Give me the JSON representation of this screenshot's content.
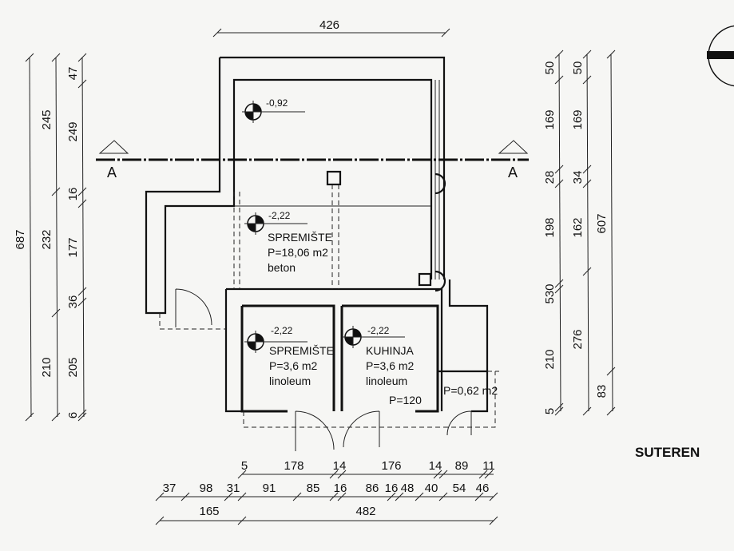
{
  "title": "SUTEREN",
  "section_marker": "A",
  "top_dimension": "426",
  "rooms": [
    {
      "name": "SPREMIŠTE",
      "area": "P=18,06 m2",
      "floor": "beton",
      "level": "-2,22"
    },
    {
      "name": "SPREMIŠTE",
      "area": "P=3,6 m2",
      "floor": "linoleum",
      "level": "-2,22"
    },
    {
      "name": "KUHINJA",
      "area": "P=3,6 m2",
      "floor": "linoleum",
      "level": "-2,22"
    },
    {
      "name": "",
      "area": "P=0,62 m2",
      "floor": "",
      "level": ""
    }
  ],
  "upper_level": "-0,92",
  "opening_label": "P=120",
  "left_dims": {
    "col1": [
      "687"
    ],
    "col2": [
      "245",
      "232",
      "210"
    ],
    "col3": [
      "47",
      "249",
      "16",
      "177",
      "36",
      "205",
      "6"
    ]
  },
  "right_dims": {
    "col1": [
      "50",
      "169",
      "28",
      "198",
      "530",
      "210",
      "5"
    ],
    "col2": [
      "50",
      "169",
      "34",
      "162",
      "276"
    ],
    "col3": [
      "607",
      "83"
    ]
  },
  "bottom_dims": {
    "row1": [
      "5",
      "178",
      "14",
      "176",
      "14",
      "89",
      "11"
    ],
    "row2": [
      "37",
      "98",
      "31",
      "91",
      "85",
      "16",
      "86",
      "16",
      "48",
      "40",
      "54",
      "46"
    ],
    "row3": [
      "165",
      "482"
    ]
  }
}
